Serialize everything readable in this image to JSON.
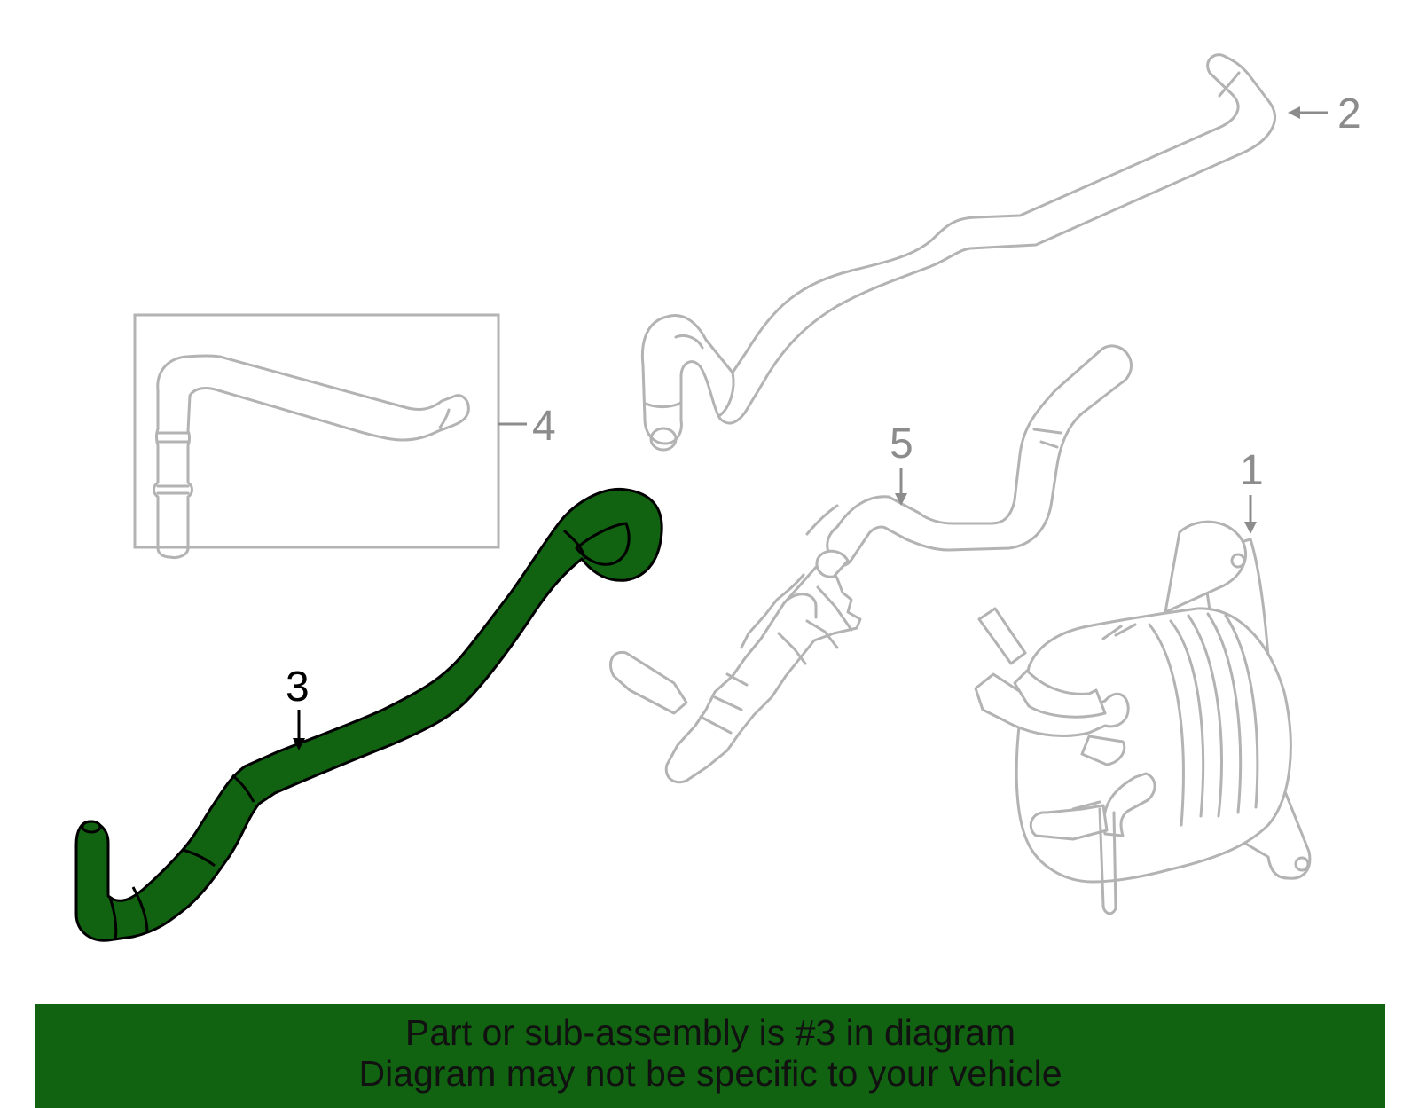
{
  "diagram": {
    "highlight_color": "#116211",
    "ghost_color": "#b3b3b3",
    "callouts": [
      {
        "id": "1",
        "label": "1",
        "highlighted": false
      },
      {
        "id": "2",
        "label": "2",
        "highlighted": false
      },
      {
        "id": "3",
        "label": "3",
        "highlighted": true
      },
      {
        "id": "4",
        "label": "4",
        "highlighted": false
      },
      {
        "id": "5",
        "label": "5",
        "highlighted": false
      }
    ]
  },
  "banner": {
    "line1": "Part or sub-assembly is #3 in diagram",
    "line2": "Diagram may not be specific to your vehicle",
    "background": "#116211"
  }
}
